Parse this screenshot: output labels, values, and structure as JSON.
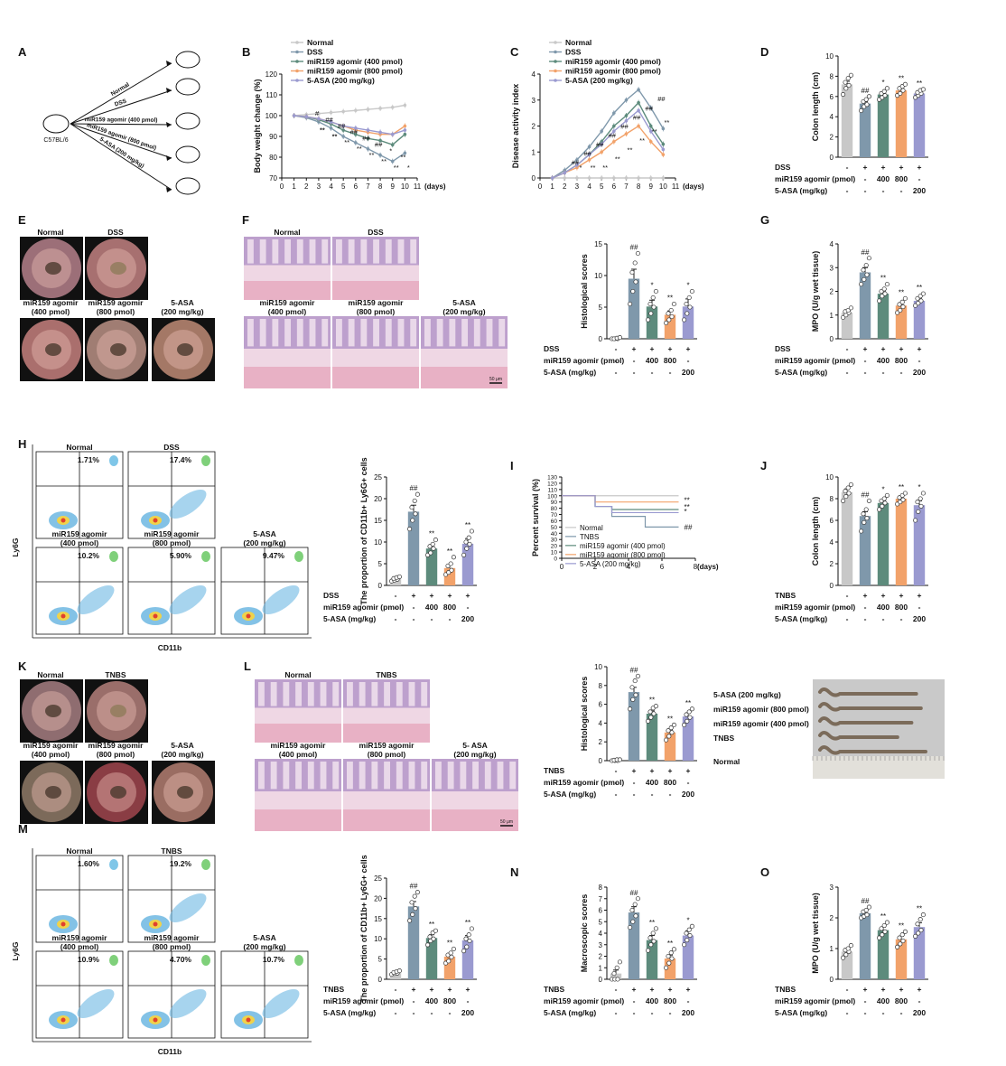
{
  "panel_letters": [
    "A",
    "B",
    "C",
    "D",
    "E",
    "F",
    "G",
    "H",
    "I",
    "J",
    "K",
    "L",
    "M",
    "N",
    "O"
  ],
  "colors": {
    "normal": "#c8c8c8",
    "dss": "#7f98ab",
    "ag400": "#5d8b7c",
    "ag800": "#f2a26a",
    "asa": "#9a9ad0",
    "grid": "#111111"
  },
  "treat_rows": {
    "dss": [
      "DSS",
      "-",
      "+",
      "+",
      "+",
      "+"
    ],
    "tnbs": [
      "TNBS",
      "-",
      "+",
      "+",
      "+",
      "+"
    ],
    "agomir": [
      "miR159 agomir (pmol)",
      "-",
      "-",
      "400",
      "800",
      "-"
    ],
    "asa": [
      "5-ASA (mg/kg)",
      "-",
      "-",
      "-",
      "-",
      "200"
    ]
  },
  "panelA": {
    "mouse_label": "C57BL/6",
    "groups": [
      "Normal",
      "DSS",
      "miR159 agomir (400 pmol)",
      "miR159 agomir (800 pmol)",
      "5-ASA (200 mg/kg)"
    ]
  },
  "legend5_dss": [
    "Normal",
    "DSS",
    "miR159 agomir (400 pmol)",
    "miR159 agomir (800 pmol)",
    "5-ASA (200 mg/kg)"
  ],
  "legend5_tnbs": [
    "Normal",
    "TNBS",
    "miR159 agomir (400 pmol)",
    "miR159 agomir (800 pmol)",
    "5-ASA (200 mg/kg)"
  ],
  "images": {
    "E": [
      "Normal",
      "DSS",
      "miR159 agomir\n(400 pmol)",
      "miR159 agomir\n(800 pmol)",
      "5-ASA\n(200 mg/kg)"
    ],
    "F": [
      "Normal",
      "DSS",
      "miR159 agomir\n(400 pmol)",
      "miR159 agomir\n(800 pmol)",
      "5-ASA\n(200 mg/kg)"
    ],
    "K": [
      "Normal",
      "TNBS",
      "miR159 agomir\n(400 pmol)",
      "miR159 agomir\n(800 pmol)",
      "5-ASA\n(200 mg/kg)"
    ],
    "L": [
      "Normal",
      "TNBS",
      "miR159 agomir\n(400 pmol)",
      "miR159 agomir\n(800 pmol)",
      "5- ASA\n(200 mg/kg)"
    ],
    "scale_bar": "50 μm"
  },
  "flow": {
    "H": {
      "titles": [
        "Normal",
        "DSS",
        "miR159 agomir\n(400 pmol)",
        "miR159 agomir\n(800 pmol)",
        "5-ASA\n(200 mg/kg)"
      ],
      "pcts": [
        "1.71%",
        "17.4%",
        "10.2%",
        "5.90%",
        "9.47%"
      ],
      "xlabel": "CD11b",
      "ylabel": "Ly6G"
    },
    "M": {
      "titles": [
        "Normal",
        "TNBS",
        "miR159 agomir\n(400 pmol)",
        "miR159 agomir\n(800 pmol)",
        "5-ASA\n(200 mg/kg)"
      ],
      "pcts": [
        "1.60%",
        "19.2%",
        "10.9%",
        "4.70%",
        "10.7%"
      ],
      "xlabel": "CD11b",
      "ylabel": "Ly6G"
    }
  },
  "colon_photo": {
    "labels": [
      "5-ASA (200 mg/kg)",
      "miR159 agomir (800 pmol)",
      "miR159 agomir (400 pmol)",
      "TNBS",
      "Normal"
    ]
  },
  "chart_data": [
    {
      "id": "B",
      "type": "line",
      "xlabel": "(days)",
      "ylabel": "Body weight change (%)",
      "x": [
        1,
        2,
        3,
        4,
        5,
        6,
        7,
        8,
        9,
        10
      ],
      "ylim": [
        70,
        120
      ],
      "xlim": [
        0,
        11
      ],
      "yticks": [
        70,
        80,
        90,
        100,
        110,
        120
      ],
      "xticks": [
        0,
        1,
        2,
        3,
        4,
        5,
        6,
        7,
        8,
        9,
        10,
        11
      ],
      "series": [
        {
          "name": "Normal",
          "values": [
            100,
            100.5,
            101,
            101.5,
            102,
            102.5,
            103,
            103.5,
            104,
            105
          ]
        },
        {
          "name": "DSS",
          "values": [
            100,
            99,
            97,
            94,
            90,
            87,
            84,
            81,
            78,
            82
          ]
        },
        {
          "name": "miR159 agomir (400 pmol)",
          "values": [
            100,
            99.5,
            98,
            96,
            93,
            91,
            89,
            88,
            86,
            91
          ]
        },
        {
          "name": "miR159 agomir (800 pmol)",
          "values": [
            100,
            99.5,
            98.5,
            97,
            95,
            93,
            92,
            91,
            91,
            95
          ]
        },
        {
          "name": "5-ASA (200 mg/kg)",
          "values": [
            100,
            99.5,
            98.5,
            97,
            95,
            94,
            93,
            92,
            91,
            93
          ]
        }
      ],
      "annotations": [
        "#",
        "##",
        "##",
        "##",
        "##",
        "##",
        "*",
        "**",
        "**",
        "**",
        "**",
        "**",
        "**",
        "**",
        "**",
        "*",
        "**",
        "**"
      ]
    },
    {
      "id": "C",
      "type": "line",
      "xlabel": "(days)",
      "ylabel": "Disease activity index",
      "x": [
        1,
        2,
        3,
        4,
        5,
        6,
        7,
        8,
        9,
        10
      ],
      "ylim": [
        0,
        4
      ],
      "xlim": [
        0,
        11
      ],
      "yticks": [
        0,
        1,
        2,
        3,
        4
      ],
      "xticks": [
        0,
        1,
        2,
        3,
        4,
        5,
        6,
        7,
        8,
        9,
        10,
        11
      ],
      "series": [
        {
          "name": "Normal",
          "values": [
            0,
            0,
            0,
            0,
            0,
            0,
            0,
            0,
            0,
            0
          ]
        },
        {
          "name": "DSS",
          "values": [
            0,
            0.3,
            0.7,
            1.2,
            1.8,
            2.5,
            3.0,
            3.4,
            2.7,
            1.9
          ]
        },
        {
          "name": "miR159 agomir (400 pmol)",
          "values": [
            0,
            0.2,
            0.5,
            0.9,
            1.4,
            2.0,
            2.4,
            2.9,
            2.0,
            1.3
          ]
        },
        {
          "name": "miR159 agomir (800 pmol)",
          "values": [
            0,
            0.2,
            0.4,
            0.7,
            1.0,
            1.4,
            1.7,
            2.0,
            1.4,
            0.9
          ]
        },
        {
          "name": "5-ASA (200 mg/kg)",
          "values": [
            0,
            0.2,
            0.5,
            0.9,
            1.3,
            1.8,
            2.2,
            2.6,
            1.8,
            1.1
          ]
        }
      ],
      "annotations": [
        "##",
        "##",
        "##",
        "##",
        "##",
        "##",
        "##",
        "##",
        "*",
        "**",
        "**",
        "**",
        "**",
        "**",
        "**",
        "**"
      ]
    },
    {
      "id": "D",
      "type": "bar",
      "ylabel": "Colon length (cm)",
      "ylim": [
        0,
        10
      ],
      "yticks": [
        0,
        2,
        4,
        6,
        8,
        10
      ],
      "rows": "dss",
      "values": [
        7.2,
        5.3,
        6.2,
        6.6,
        6.3
      ],
      "errors": [
        0.3,
        0.2,
        0.2,
        0.2,
        0.15
      ],
      "points": [
        [
          6.2,
          6.8,
          7.1,
          7.4,
          7.8,
          8.1
        ],
        [
          4.6,
          5.0,
          5.2,
          5.5,
          5.7,
          6.0
        ],
        [
          5.7,
          5.9,
          6.1,
          6.3,
          6.5,
          6.8
        ],
        [
          6.1,
          6.3,
          6.6,
          6.8,
          7.0,
          7.2
        ],
        [
          5.9,
          6.1,
          6.3,
          6.4,
          6.6,
          6.7
        ]
      ],
      "marks": [
        "",
        "##",
        "*",
        "**",
        "**"
      ]
    },
    {
      "id": "F",
      "type": "bar",
      "ylabel": "Histological scores",
      "ylim": [
        0,
        15
      ],
      "yticks": [
        0,
        5,
        10,
        15
      ],
      "rows": "dss",
      "values": [
        0.1,
        9.5,
        5.1,
        3.8,
        5.1
      ],
      "errors": [
        0.1,
        1.5,
        1.0,
        0.6,
        1.2
      ],
      "points": [
        [
          0,
          0,
          0,
          0,
          0.1,
          0.2
        ],
        [
          5.5,
          7.5,
          9,
          10.5,
          12,
          13.5
        ],
        [
          3.0,
          4.0,
          5.0,
          5.5,
          6.5,
          7.5
        ],
        [
          2.5,
          3.0,
          3.5,
          4.0,
          4.5,
          5.5
        ],
        [
          3.0,
          4.0,
          5.0,
          5.5,
          6.5,
          7.5
        ]
      ],
      "marks": [
        "",
        "##",
        "*",
        "**",
        "*"
      ]
    },
    {
      "id": "G",
      "type": "bar",
      "ylabel": "MPO (U/g wet tissue)",
      "ylim": [
        0,
        4
      ],
      "yticks": [
        0,
        1,
        2,
        3,
        4
      ],
      "rows": "dss",
      "values": [
        1.1,
        2.8,
        1.9,
        1.4,
        1.6
      ],
      "errors": [
        0.08,
        0.2,
        0.12,
        0.12,
        0.12
      ],
      "points": [
        [
          0.9,
          1.0,
          1.1,
          1.15,
          1.2,
          1.3
        ],
        [
          2.3,
          2.5,
          2.7,
          2.9,
          3.1,
          3.4
        ],
        [
          1.6,
          1.8,
          1.9,
          2.0,
          2.1,
          2.3
        ],
        [
          1.1,
          1.2,
          1.35,
          1.45,
          1.55,
          1.7
        ],
        [
          1.4,
          1.5,
          1.6,
          1.7,
          1.8,
          1.9
        ]
      ],
      "marks": [
        "",
        "##",
        "**",
        "**",
        "**"
      ]
    },
    {
      "id": "H",
      "type": "bar",
      "ylabel": "The proportion of CD11b+ Ly6G+ cells",
      "ylim": [
        0,
        25
      ],
      "yticks": [
        0,
        5,
        10,
        15,
        20,
        25
      ],
      "rows": "dss",
      "values": [
        1.5,
        17.0,
        8.5,
        4.0,
        9.6
      ],
      "errors": [
        0.3,
        1.5,
        0.8,
        0.9,
        1.2
      ],
      "points": [
        [
          1.0,
          1.2,
          1.4,
          1.6,
          1.8,
          2.0
        ],
        [
          13,
          15,
          16.5,
          18,
          19.5,
          21
        ],
        [
          7,
          7.5,
          8.5,
          9,
          9.5,
          10.5
        ],
        [
          2.5,
          3,
          3.5,
          4.5,
          5,
          6.5
        ],
        [
          7,
          8.5,
          9.5,
          10,
          11,
          12.5
        ]
      ],
      "marks": [
        "",
        "##",
        "**",
        "**",
        "**"
      ]
    },
    {
      "id": "I",
      "type": "line",
      "xlabel": "(days)",
      "ylabel": "Percent survival (%)",
      "ylim": [
        0,
        130
      ],
      "yticks": [
        0,
        10,
        20,
        30,
        40,
        50,
        60,
        70,
        80,
        90,
        100,
        110,
        120,
        130
      ],
      "xlim": [
        0,
        8
      ],
      "xticks": [
        0,
        2,
        4,
        6,
        8
      ],
      "series": [
        {
          "name": "Normal",
          "steps": [
            [
              0,
              100
            ],
            [
              7,
              100
            ]
          ]
        },
        {
          "name": "TNBS",
          "steps": [
            [
              0,
              100
            ],
            [
              2,
              100
            ],
            [
              2,
              83
            ],
            [
              3,
              83
            ],
            [
              3,
              67
            ],
            [
              5,
              67
            ],
            [
              5,
              50
            ],
            [
              7,
              50
            ]
          ]
        },
        {
          "name": "miR159 agomir (400 pmol)",
          "steps": [
            [
              0,
              100
            ],
            [
              2,
              100
            ],
            [
              2,
              83
            ],
            [
              3,
              83
            ],
            [
              3,
              78
            ],
            [
              7,
              78
            ]
          ]
        },
        {
          "name": "miR159 agomir (800 pmol)",
          "steps": [
            [
              0,
              100
            ],
            [
              2,
              100
            ],
            [
              2,
              90
            ],
            [
              7,
              90
            ]
          ]
        },
        {
          "name": "5-ASA (200 mg/kg)",
          "steps": [
            [
              0,
              100
            ],
            [
              2,
              100
            ],
            [
              2,
              83
            ],
            [
              3,
              83
            ],
            [
              3,
              73
            ],
            [
              7,
              73
            ]
          ]
        }
      ],
      "end_marks": [
        "**",
        "**",
        "*",
        "##"
      ]
    },
    {
      "id": "J",
      "type": "bar",
      "ylabel": "Colon length (cm)",
      "ylim": [
        0,
        10
      ],
      "yticks": [
        0,
        2,
        4,
        6,
        8,
        10
      ],
      "rows": "tnbs",
      "values": [
        8.6,
        6.4,
        7.6,
        8.0,
        7.4
      ],
      "errors": [
        0.3,
        0.4,
        0.25,
        0.2,
        0.4
      ],
      "points": [
        [
          7.8,
          8.2,
          8.5,
          8.7,
          9.0,
          9.3
        ],
        [
          5.0,
          5.8,
          6.2,
          6.6,
          7.0,
          7.8
        ],
        [
          7.0,
          7.3,
          7.6,
          7.8,
          8.0,
          8.3
        ],
        [
          7.5,
          7.7,
          7.9,
          8.1,
          8.3,
          8.5
        ],
        [
          6.0,
          6.8,
          7.3,
          7.7,
          8.0,
          8.5
        ]
      ],
      "marks": [
        "",
        "##",
        "*",
        "**",
        "*"
      ]
    },
    {
      "id": "L",
      "type": "bar",
      "ylabel": "Histological scores",
      "ylim": [
        0,
        10
      ],
      "yticks": [
        0,
        2,
        4,
        6,
        8,
        10
      ],
      "rows": "tnbs",
      "values": [
        0.05,
        7.3,
        5.0,
        3.0,
        4.7
      ],
      "errors": [
        0.05,
        0.5,
        0.3,
        0.3,
        0.4
      ],
      "points": [
        [
          0,
          0,
          0,
          0.05,
          0.1,
          0.1
        ],
        [
          5.5,
          6.5,
          7,
          7.8,
          8.5,
          9.0
        ],
        [
          4.2,
          4.6,
          5.0,
          5.2,
          5.6,
          5.8
        ],
        [
          2.2,
          2.6,
          3.0,
          3.2,
          3.5,
          3.8
        ],
        [
          3.8,
          4.2,
          4.6,
          4.9,
          5.2,
          5.5
        ]
      ],
      "marks": [
        "",
        "##",
        "**",
        "**",
        "**"
      ]
    },
    {
      "id": "M",
      "type": "bar",
      "ylabel": "The proportion of CD11b+ Ly6G+ cells",
      "ylim": [
        0,
        25
      ],
      "yticks": [
        0,
        5,
        10,
        15,
        20,
        25
      ],
      "rows": "tnbs",
      "values": [
        1.6,
        18.0,
        10.2,
        5.6,
        9.6
      ],
      "errors": [
        0.2,
        1.2,
        0.8,
        0.8,
        1.2
      ],
      "points": [
        [
          1.2,
          1.4,
          1.5,
          1.7,
          1.9,
          2.1
        ],
        [
          14.5,
          16,
          17.5,
          19,
          20.5,
          21.5
        ],
        [
          8.5,
          9.5,
          10,
          10.5,
          11.5,
          12
        ],
        [
          4,
          4.5,
          5.5,
          6,
          6.5,
          7.5
        ],
        [
          7,
          8,
          9.5,
          10,
          11,
          12.5
        ]
      ],
      "marks": [
        "",
        "##",
        "**",
        "**",
        "**"
      ]
    },
    {
      "id": "N",
      "type": "bar",
      "ylabel": "Macroscopic scores",
      "ylim": [
        0,
        8
      ],
      "yticks": [
        0,
        1,
        2,
        3,
        4,
        5,
        6,
        7,
        8
      ],
      "rows": "tnbs",
      "values": [
        0.5,
        5.8,
        3.4,
        1.8,
        3.8
      ],
      "errors": [
        0.3,
        0.5,
        0.4,
        0.3,
        0.4
      ],
      "points": [
        [
          0,
          0,
          0,
          0.5,
          1.0,
          1.5
        ],
        [
          4.5,
          5.0,
          5.5,
          6.0,
          6.5,
          7.0
        ],
        [
          2.5,
          3.0,
          3.3,
          3.6,
          4.0,
          4.4
        ],
        [
          1.0,
          1.4,
          1.8,
          2.0,
          2.3,
          2.6
        ],
        [
          3.0,
          3.4,
          3.8,
          4.0,
          4.3,
          4.6
        ]
      ],
      "marks": [
        "",
        "##",
        "**",
        "**",
        "*"
      ]
    },
    {
      "id": "O",
      "type": "bar",
      "ylabel": "MPO (U/g wet tissue)",
      "ylim": [
        0,
        3
      ],
      "yticks": [
        0,
        1,
        2,
        3
      ],
      "rows": "tnbs",
      "values": [
        0.9,
        2.15,
        1.6,
        1.3,
        1.7
      ],
      "errors": [
        0.07,
        0.08,
        0.1,
        0.1,
        0.14
      ],
      "points": [
        [
          0.7,
          0.8,
          0.9,
          0.95,
          1.0,
          1.1
        ],
        [
          2.0,
          2.05,
          2.1,
          2.2,
          2.25,
          2.35
        ],
        [
          1.35,
          1.45,
          1.55,
          1.65,
          1.75,
          1.85
        ],
        [
          1.05,
          1.15,
          1.25,
          1.35,
          1.45,
          1.55
        ],
        [
          1.4,
          1.5,
          1.6,
          1.8,
          1.95,
          2.1
        ]
      ],
      "marks": [
        "",
        "##",
        "**",
        "**",
        "**"
      ]
    }
  ]
}
